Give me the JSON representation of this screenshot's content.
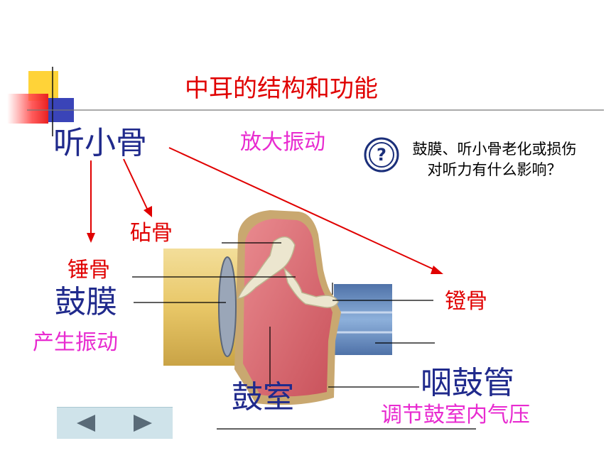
{
  "title": "中耳的结构和功能",
  "labels": {
    "ossicles": "听小骨",
    "amplify": "放大振动",
    "incus": "砧骨",
    "malleus": "锤骨",
    "eardrum": "鼓膜",
    "vibrate": "产生振动",
    "stapes": "镫骨",
    "tympanic_cavity": "鼓室",
    "eustachian_tube": "咽鼓管",
    "regulate_pressure": "调节鼓室内气压"
  },
  "question": {
    "icon": "question-icon",
    "symbol": "?",
    "text": "鼓膜、听小骨老化或损伤对听力有什么影响？"
  },
  "navigation": {
    "prev_icon": "left-triangle-icon",
    "next_icon": "right-triangle-icon"
  },
  "colors": {
    "title": "#e00000",
    "navy": "#202a8c",
    "red": "#e00000",
    "pink": "#e82bd0",
    "arrow": "#e00000",
    "canal": "#e3c46a",
    "cavity": "#d9676e",
    "bone": "#ece6cf",
    "tube": "#6d8fc0"
  }
}
